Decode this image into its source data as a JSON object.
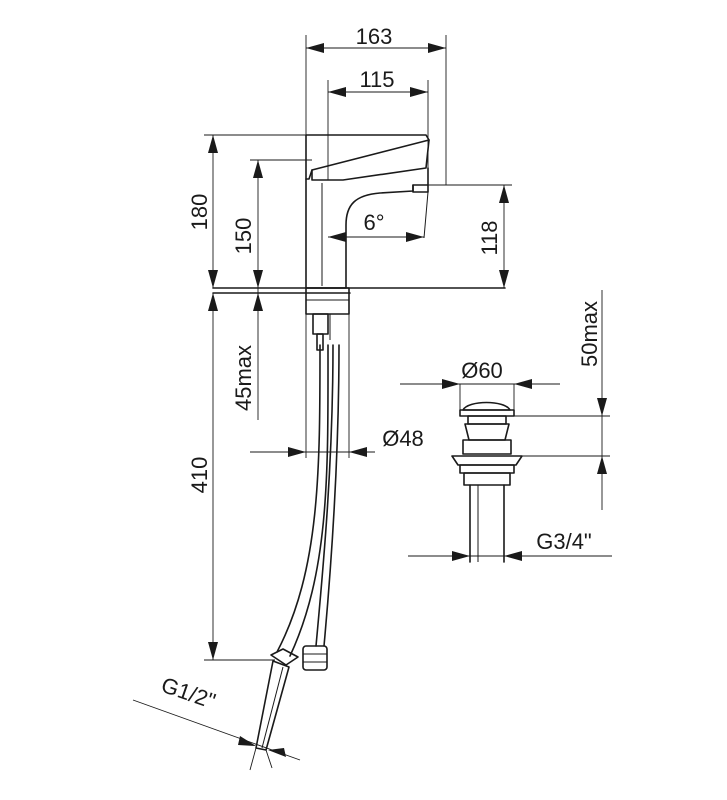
{
  "drawing": {
    "type": "technical-dimension-drawing",
    "dimensions": {
      "width_overall": "163",
      "width_spout": "115",
      "height_overall": "180",
      "height_spout_top": "150",
      "spout_outlet_height": "118",
      "spout_angle": "6°",
      "deck_thickness_max": "45max",
      "hose_length": "410",
      "base_diameter": "Ø48",
      "hose_thread": "G1/2\"",
      "waste_diameter": "Ø60",
      "waste_depth_max": "50max",
      "waste_thread": "G3/4\""
    }
  },
  "colors": {
    "ink": "#1a1a1a",
    "background": "#ffffff"
  }
}
